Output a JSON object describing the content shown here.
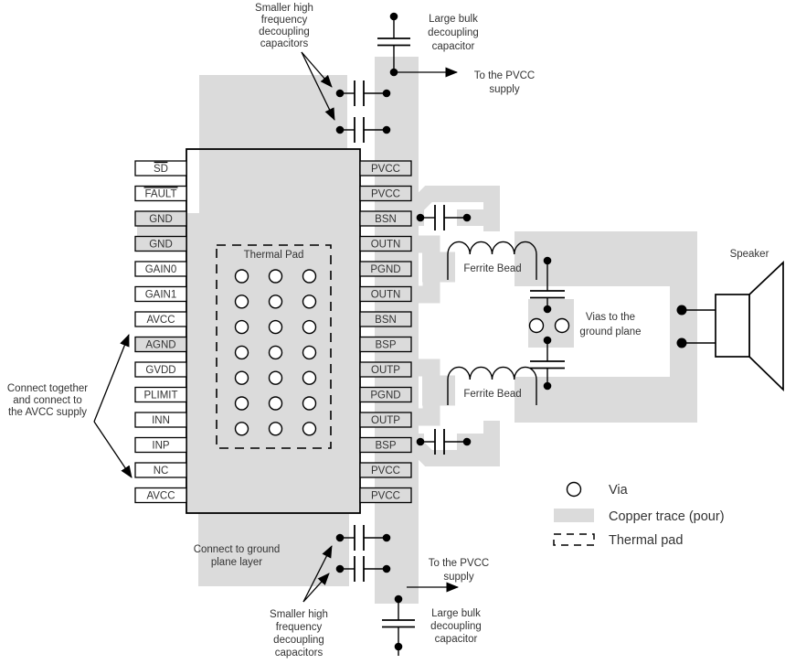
{
  "colors": {
    "copper": "#dbdbdb",
    "line": "#000000",
    "text": "#333333"
  },
  "ic": {
    "thermal_pad_label": "Thermal Pad",
    "left_pins": [
      {
        "label": "SD",
        "overline": true,
        "grounded": false
      },
      {
        "label": "FAULT",
        "overline": true,
        "grounded": false
      },
      {
        "label": "GND",
        "overline": false,
        "grounded": true
      },
      {
        "label": "GND",
        "overline": false,
        "grounded": true
      },
      {
        "label": "GAIN0",
        "overline": false,
        "grounded": false
      },
      {
        "label": "GAIN1",
        "overline": false,
        "grounded": false
      },
      {
        "label": "AVCC",
        "overline": false,
        "grounded": false
      },
      {
        "label": "AGND",
        "overline": false,
        "grounded": true
      },
      {
        "label": "GVDD",
        "overline": false,
        "grounded": false
      },
      {
        "label": "PLIMIT",
        "overline": false,
        "grounded": false
      },
      {
        "label": "INN",
        "overline": false,
        "grounded": false
      },
      {
        "label": "INP",
        "overline": false,
        "grounded": false
      },
      {
        "label": "NC",
        "overline": false,
        "grounded": false
      },
      {
        "label": "AVCC",
        "overline": false,
        "grounded": false
      }
    ],
    "right_pins": [
      "PVCC",
      "PVCC",
      "BSN",
      "OUTN",
      "PGND",
      "OUTN",
      "BSN",
      "BSP",
      "OUTP",
      "PGND",
      "OUTP",
      "BSP",
      "PVCC",
      "PVCC"
    ]
  },
  "annotations": {
    "top_small_caps": [
      "Smaller high",
      "frequency",
      "decoupling",
      "capacitors"
    ],
    "top_bulk_cap": [
      "Large bulk",
      "decoupling",
      "capacitor"
    ],
    "top_pvcc": [
      "To the PVCC",
      "supply"
    ],
    "left_avcc": [
      "Connect together",
      "and connect to",
      "the AVCC supply"
    ],
    "bottom_ground": [
      "Connect to ground",
      "plane layer"
    ],
    "bottom_pvcc": [
      "To the PVCC",
      "supply"
    ],
    "bottom_small_caps": [
      "Smaller high",
      "frequency",
      "decoupling",
      "capacitors"
    ],
    "bottom_bulk_cap": [
      "Large bulk",
      "decoupling",
      "capacitor"
    ],
    "vias_ground": [
      "Vias to the",
      "ground plane"
    ],
    "ferrite_bead_top": "Ferrite Bead",
    "ferrite_bead_bottom": "Ferrite Bead",
    "speaker": "Speaker"
  },
  "legend": {
    "items": [
      {
        "icon": "via-circle",
        "label": "Via"
      },
      {
        "icon": "copper-swatch",
        "label": "Copper trace (pour)"
      },
      {
        "icon": "thermal-pad-swatch",
        "label": "Thermal pad"
      }
    ]
  }
}
